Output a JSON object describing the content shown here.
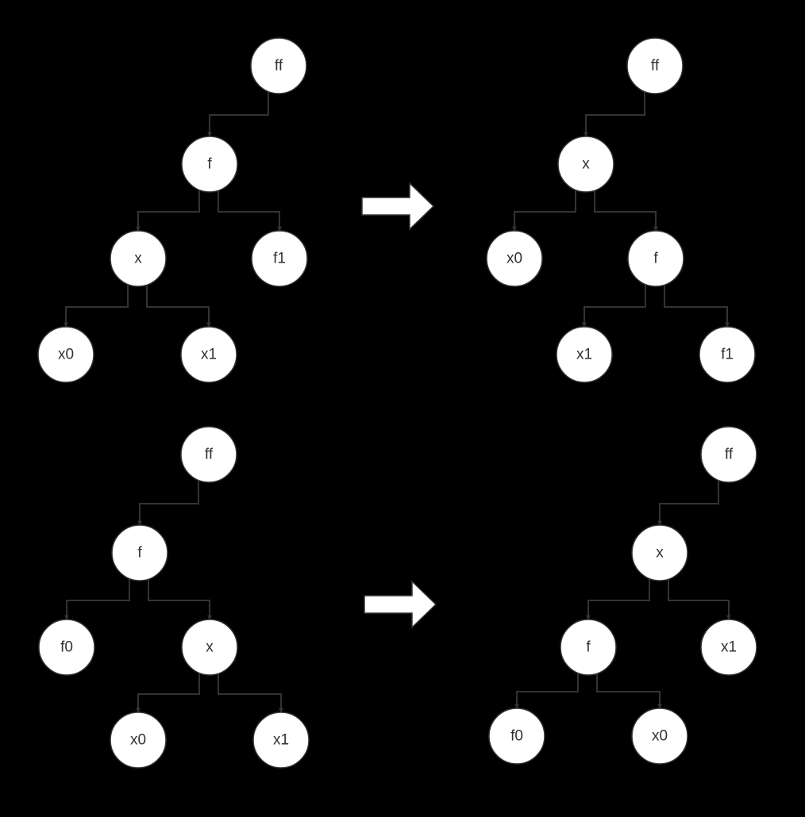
{
  "colors": {
    "background": "#000000",
    "node_fill": "#ffffff",
    "stroke": "#333333",
    "text": "#333333"
  },
  "diagrams": [
    {
      "trees": [
        {
          "nodes": [
            {
              "id": "ff",
              "label": "ff"
            },
            {
              "id": "f",
              "label": "f"
            },
            {
              "id": "x",
              "label": "x"
            },
            {
              "id": "f1",
              "label": "f1"
            },
            {
              "id": "x0",
              "label": "x0"
            },
            {
              "id": "x1",
              "label": "x1"
            }
          ],
          "edges": [
            [
              "ff",
              "f"
            ],
            [
              "f",
              "x"
            ],
            [
              "f",
              "f1"
            ],
            [
              "x",
              "x0"
            ],
            [
              "x",
              "x1"
            ]
          ]
        },
        {
          "nodes": [
            {
              "id": "ff",
              "label": "ff"
            },
            {
              "id": "x",
              "label": "x"
            },
            {
              "id": "x0",
              "label": "x0"
            },
            {
              "id": "f",
              "label": "f"
            },
            {
              "id": "x1",
              "label": "x1"
            },
            {
              "id": "f1",
              "label": "f1"
            }
          ],
          "edges": [
            [
              "ff",
              "x"
            ],
            [
              "x",
              "x0"
            ],
            [
              "x",
              "f"
            ],
            [
              "f",
              "x1"
            ],
            [
              "f",
              "f1"
            ]
          ]
        }
      ]
    },
    {
      "trees": [
        {
          "nodes": [
            {
              "id": "ff",
              "label": "ff"
            },
            {
              "id": "f",
              "label": "f"
            },
            {
              "id": "f0",
              "label": "f0"
            },
            {
              "id": "x",
              "label": "x"
            },
            {
              "id": "x0",
              "label": "x0"
            },
            {
              "id": "x1",
              "label": "x1"
            }
          ],
          "edges": [
            [
              "ff",
              "f"
            ],
            [
              "f",
              "f0"
            ],
            [
              "f",
              "x"
            ],
            [
              "x",
              "x0"
            ],
            [
              "x",
              "x1"
            ]
          ]
        },
        {
          "nodes": [
            {
              "id": "ff",
              "label": "ff"
            },
            {
              "id": "x",
              "label": "x"
            },
            {
              "id": "f",
              "label": "f"
            },
            {
              "id": "x1",
              "label": "x1"
            },
            {
              "id": "f0",
              "label": "f0"
            },
            {
              "id": "x0",
              "label": "x0"
            }
          ],
          "edges": [
            [
              "ff",
              "x"
            ],
            [
              "x",
              "f"
            ],
            [
              "x",
              "x1"
            ],
            [
              "f",
              "f0"
            ],
            [
              "f",
              "x0"
            ]
          ]
        }
      ]
    }
  ]
}
